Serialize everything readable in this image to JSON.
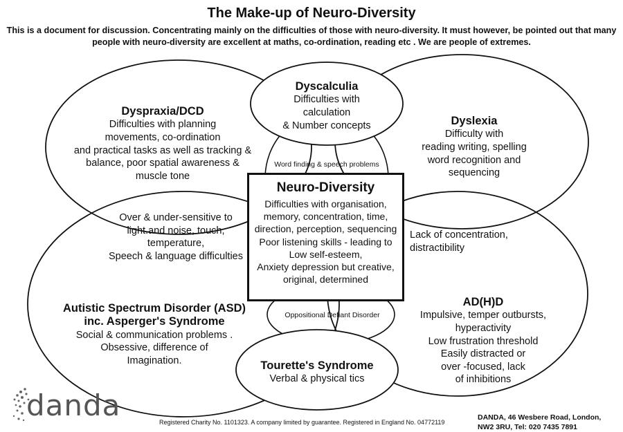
{
  "title": "The Make-up of  Neuro-Diversity",
  "subtitle": [
    "This is a document for discussion. Concentrating mainly on the difficulties of those with neuro-diversity. It must however, be pointed out that many",
    "people with neuro-diversity are excellent at maths, co-ordination, reading etc . We are people of extremes."
  ],
  "sections": {
    "dyspraxia": {
      "heading": "Dyspraxia/DCD",
      "lines": [
        "Difficulties with planning",
        "movements, co-ordination",
        "and practical tasks as well as tracking &",
        "balance, poor spatial awareness &",
        "muscle tone"
      ]
    },
    "dyscalculia": {
      "heading": "Dyscalculia",
      "lines": [
        "Difficulties with",
        "calculation",
        "& Number concepts"
      ]
    },
    "dyslexia": {
      "heading": "Dyslexia",
      "lines": [
        "Difficulty with",
        "reading writing, spelling",
        "word recognition and",
        "sequencing"
      ]
    },
    "word_finding": "Word finding & speech problems",
    "sensory": {
      "lines": [
        "Over & under-sensitive to",
        "light.and noise, touch,",
        "temperature,",
        "Speech & language difficulties"
      ]
    },
    "concentration": {
      "lines": [
        "Lack of concentration,",
        "distractibility"
      ]
    },
    "asd": {
      "heading_lines": [
        "Autistic Spectrum Disorder (ASD)",
        "inc. Asperger's Syndrome"
      ],
      "lines": [
        "Social & communication problems      .",
        "Obsessive, difference of",
        "Imagination."
      ]
    },
    "oppositional": "Oppositional Defiant Disorder",
    "adhd": {
      "heading": "AD(H)D",
      "lines": [
        "Impulsive, temper  outbursts,",
        "hyperactivity",
        "Low frustration threshold",
        "Easily distracted or",
        "over -focused, lack",
        "of inhibitions"
      ]
    },
    "tourette": {
      "heading": "Tourette's Syndrome",
      "lines": [
        "Verbal & physical tics"
      ]
    },
    "center": {
      "heading": "Neuro-Diversity",
      "lines": [
        "Difficulties with organisation,",
        "memory, concentration, time,",
        "direction, perception, sequencing",
        "Poor listening skills - leading to",
        "Low self-esteem,",
        "Anxiety depression but creative,",
        "original, determined"
      ]
    }
  },
  "logo_text": "danda",
  "footer": "Registered Charity No. 1101323.  A company limited by guarantee. Registered in England No. 04772119",
  "address": [
    "DANDA, 46 Wesbere Road, London,",
    "NW2 3RU,  Tel: 020 7435 7891"
  ],
  "colors": {
    "stroke": "#111111",
    "logo": "#555555"
  }
}
